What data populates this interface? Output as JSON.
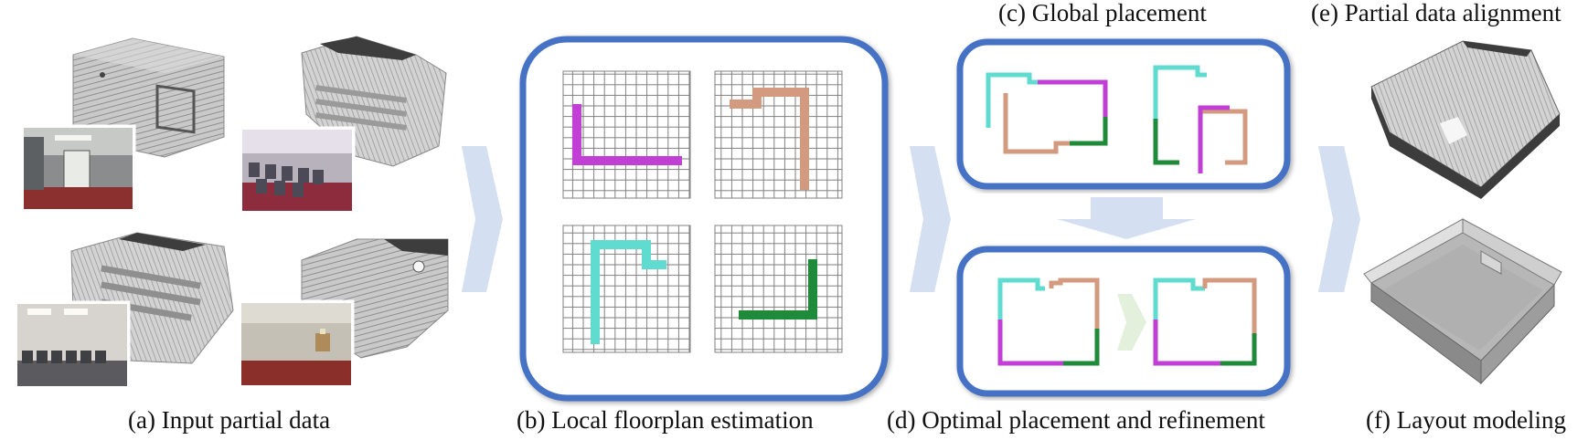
{
  "captions": {
    "a": "(a) Input partial data",
    "b": "(b) Local floorplan estimation",
    "c": "(c) Global placement",
    "d": "(d) Optimal placement and refinement",
    "e": "(e) Partial data alignment",
    "f": "(f) Layout modeling"
  },
  "colors": {
    "panel_border": "#4472c4",
    "flow_arrow": "#d4e0f2",
    "refine_arrow": "#e3f0dc",
    "magenta": "#c23fd6",
    "tan": "#d49a80",
    "cyan": "#5fdccf",
    "green": "#1e8a3a",
    "grid": "#777777",
    "mesh": "#bdbdbd"
  }
}
